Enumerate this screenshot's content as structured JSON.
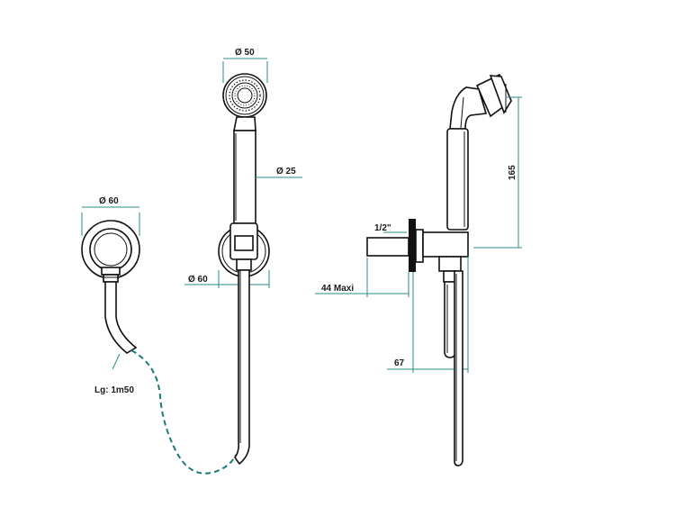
{
  "dimensions": {
    "d50_head": "Ø 50",
    "d25_handle": "Ø 25",
    "d60_outlet": "Ø 60",
    "d60_holder": "Ø 60",
    "height_165": "165",
    "thread": "1/2\"",
    "depth_44": "44  Maxi",
    "depth_67": "67"
  },
  "hose_length_label": "Lg: 1m50",
  "colors": {
    "dimension_line": "#2a8a8a",
    "hose_dashed": "#1c7a7a",
    "part_stroke": "#111111"
  }
}
